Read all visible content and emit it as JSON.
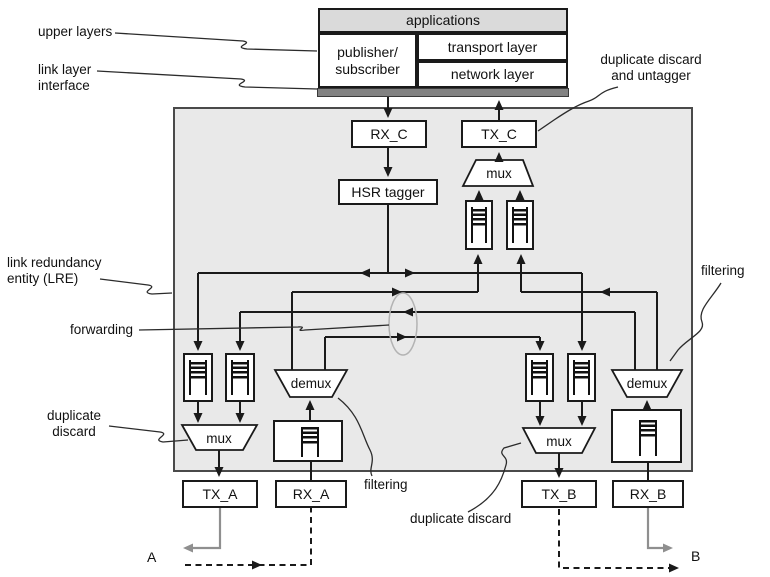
{
  "annotations": {
    "upper_layers": "upper layers",
    "link_layer_interface": "link layer\ninterface",
    "dup_discard_untagger": "duplicate discard\nand untagger",
    "lre_label": "link redundancy\nentity (LRE)",
    "forwarding": "forwarding",
    "filtering_left": "filtering",
    "filtering_right": "filtering",
    "dup_discard_left": "duplicate\ndiscard",
    "dup_discard_right": "duplicate discard",
    "endpoint_a": "A",
    "endpoint_b": "B"
  },
  "app_stack": {
    "applications": "applications",
    "publisher_subscriber": "publisher/\nsubscriber",
    "transport_layer": "transport layer",
    "network_layer": "network layer"
  },
  "lre_components": {
    "rx_c": "RX_C",
    "tx_c": "TX_C",
    "hsr_tagger": "HSR tagger",
    "mux_c": "mux",
    "mux_a": "mux",
    "mux_b": "mux",
    "demux_a": "demux",
    "demux_b": "demux"
  },
  "ports": {
    "tx_a": "TX_A",
    "rx_a": "RX_A",
    "tx_b": "TX_B",
    "rx_b": "RX_B"
  },
  "colors": {
    "lre_fill": "#e9e9e9",
    "header_fill": "#dadada",
    "interface_bar": "#828282",
    "line": "#1a1a1a",
    "gray_link": "#8f8f8f",
    "ellipse": "#b3b3b3"
  }
}
